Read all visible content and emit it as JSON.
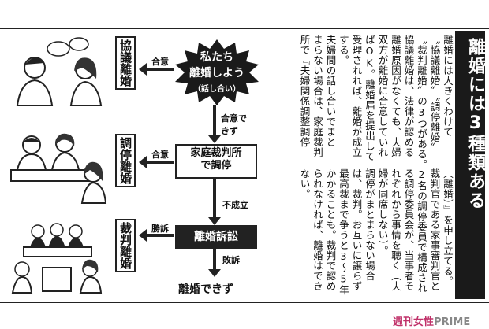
{
  "heading": "離婚には3種類ある",
  "body_columns": [
    "離婚には大きくわけて",
    "〝協議離婚〟〝調停離婚〟",
    "〝裁判離婚〟の3つがある。",
    "協議離婚は、法律が認める",
    "離婚原因がなくても、夫婦",
    "双方が離婚に合意していれ",
    "ばOK。離婚届を提出して",
    "受理されれば、離婚が成立",
    "する。",
    "夫婦間の話し合いでまと",
    "まらない場合は、家庭裁判",
    "所で『夫婦関係調整調停",
    "（離婚）』を申し立てる。",
    "裁判官である家事審判官と",
    "2名の調停委員で構成され",
    "る調停委員会が、当事者そ",
    "れぞれから事情を聴く（夫",
    "婦が同席しない）。",
    "調停がまとまらない場合",
    "は、裁判。お互いに譲らず",
    "最高裁まで争うと3〜5年",
    "かかることも。裁判で認め",
    "られなければ、離婚はでき",
    "ない。"
  ],
  "flow": {
    "start_line1": "私たち",
    "start_line2": "離婚しよう",
    "start_line3": "（話し合い）",
    "agree_label": "合意",
    "cannot_agree_label": "合意できず",
    "court_line1": "家庭裁判所",
    "court_line2": "で調停",
    "mediation_agree_label": "合意",
    "not_established_label": "不成立",
    "lawsuit": "離婚訴訟",
    "win_label": "勝訴",
    "lose_label": "敗訴",
    "final": "離婚できず"
  },
  "side_labels": {
    "kyogi": "協議離婚",
    "chotei": "調停離婚",
    "saiban": "裁判離婚"
  },
  "watermark": {
    "part1": "週刊女性",
    "part2": "PRIME"
  }
}
